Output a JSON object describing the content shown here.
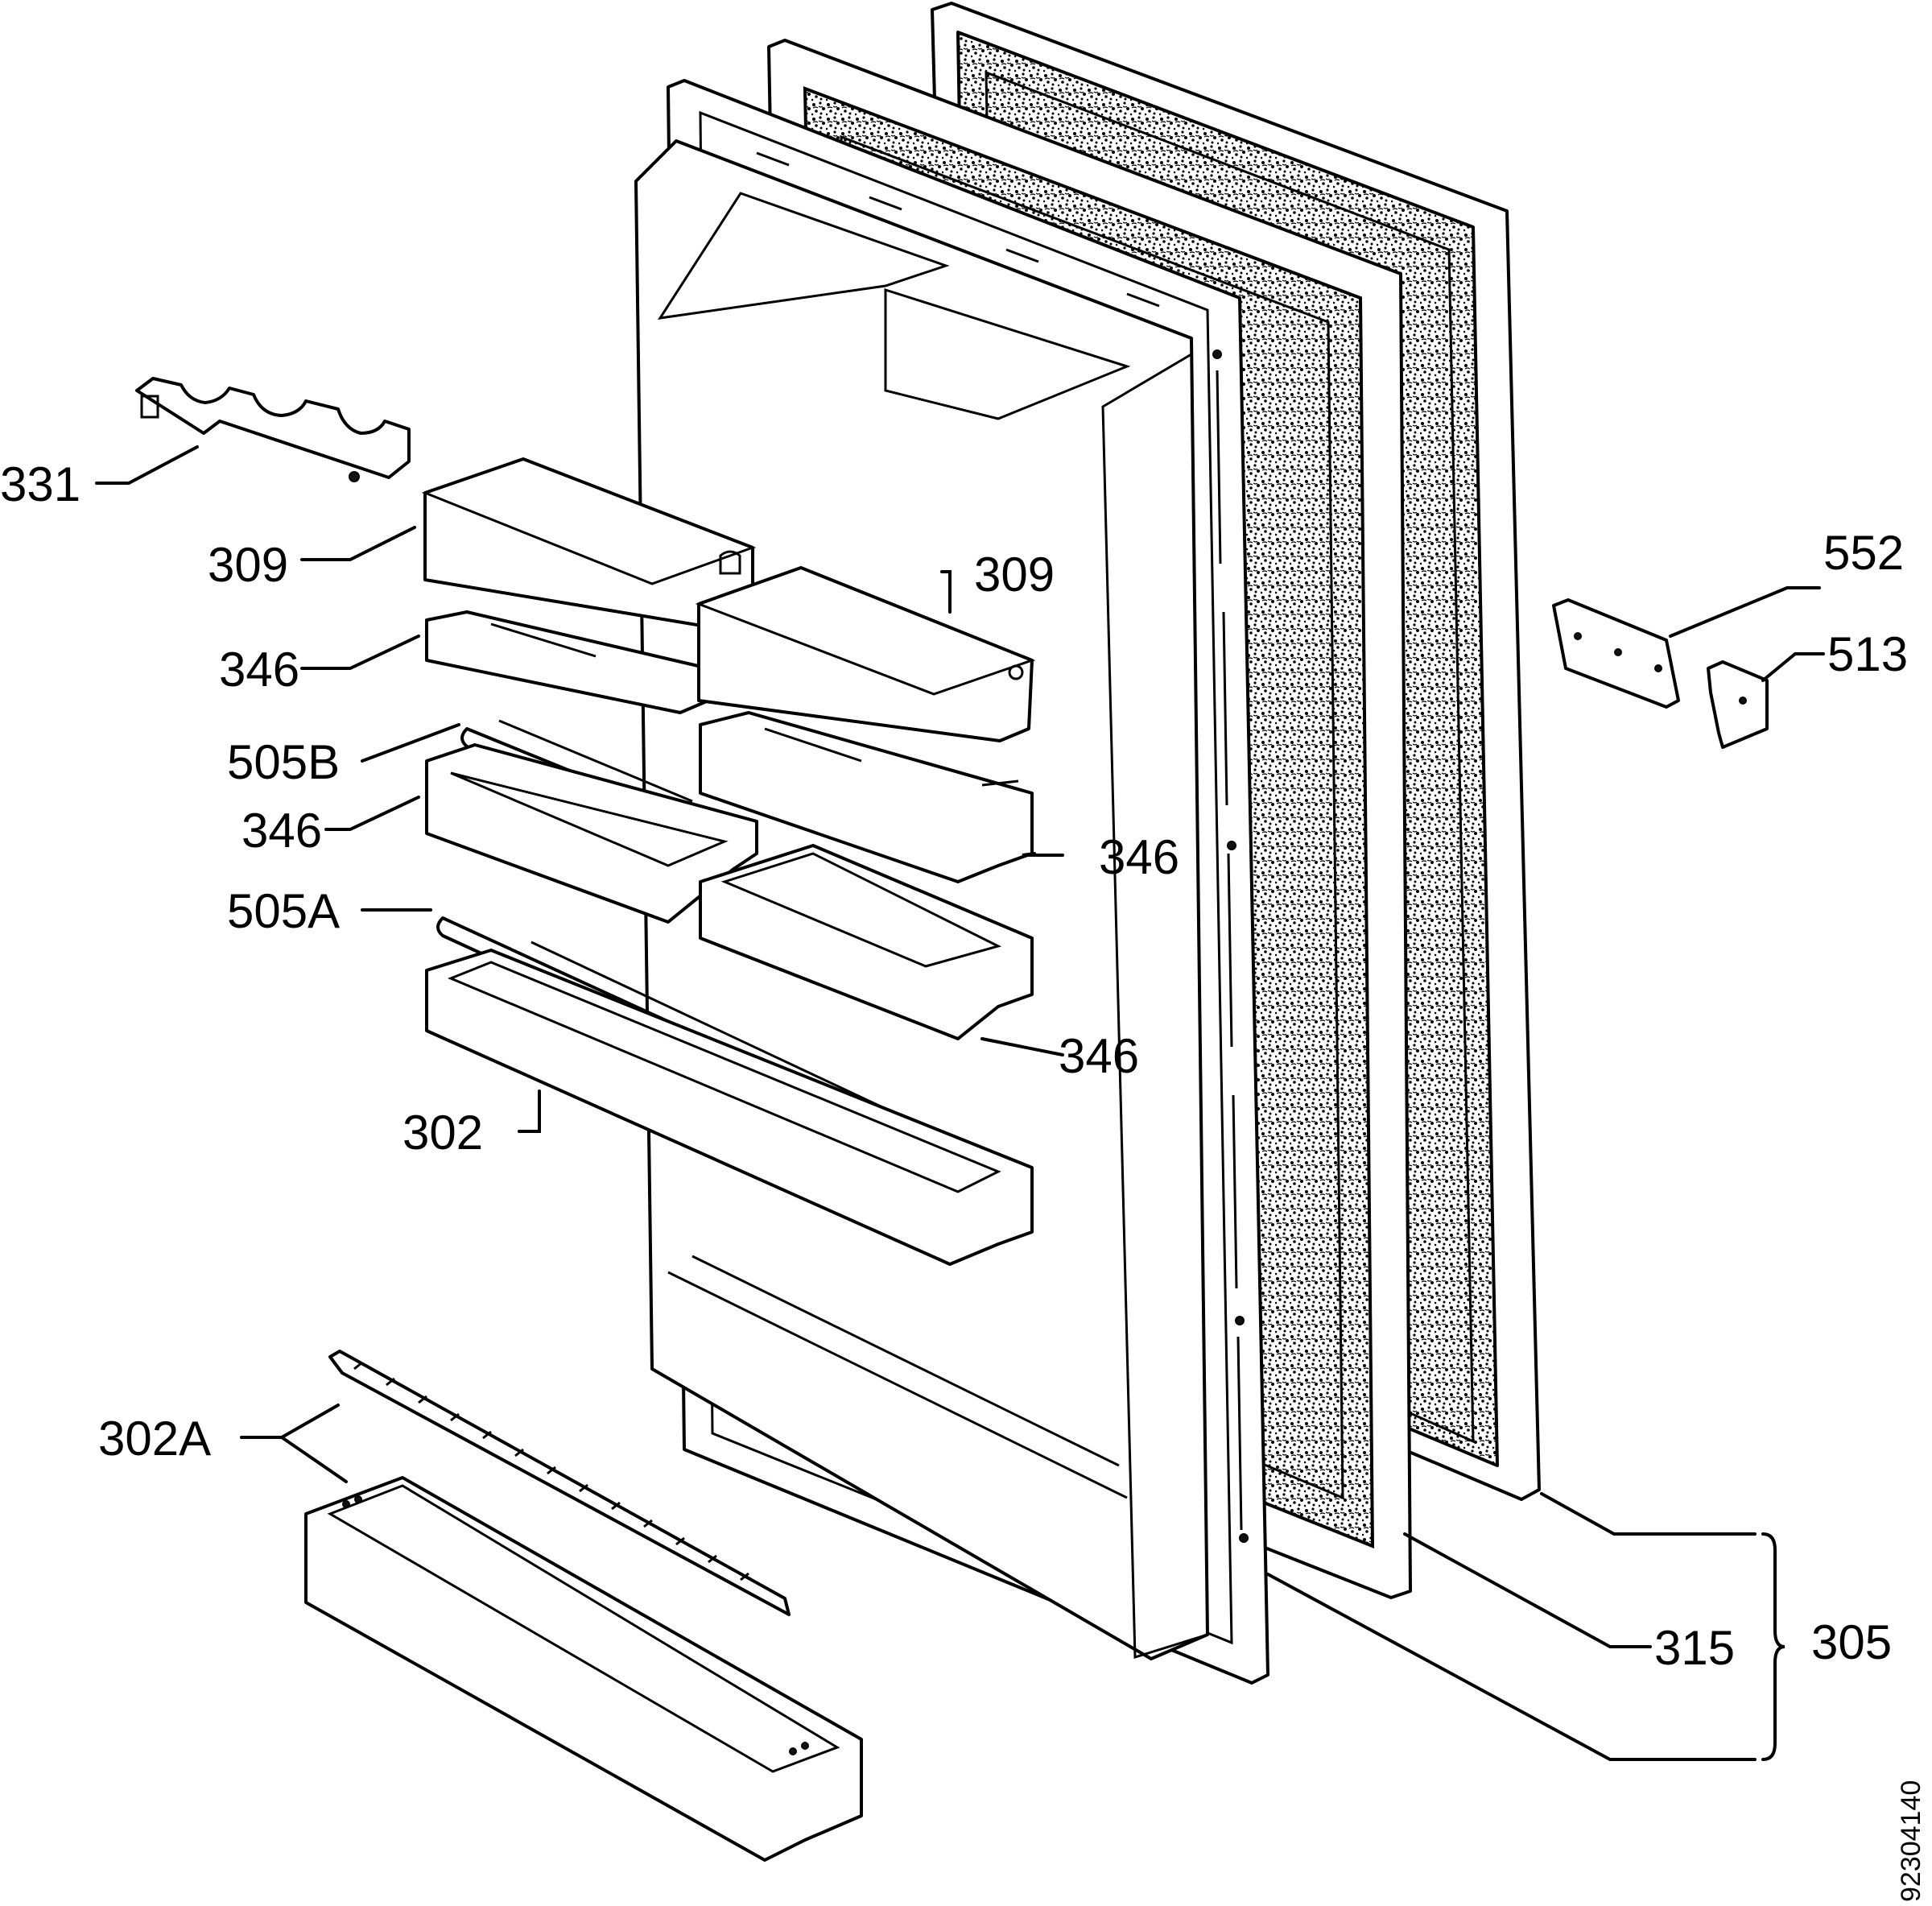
{
  "labels": {
    "l331": "331",
    "l309a": "309",
    "l309b": "309",
    "l346a": "346",
    "l505b": "505B",
    "l346b": "346",
    "l346c": "346",
    "l505a": "505A",
    "l346d": "346",
    "l302": "302",
    "l302a": "302A",
    "l552": "552",
    "l513": "513",
    "l315": "315",
    "l305": "305"
  },
  "figure_code": "92304140"
}
